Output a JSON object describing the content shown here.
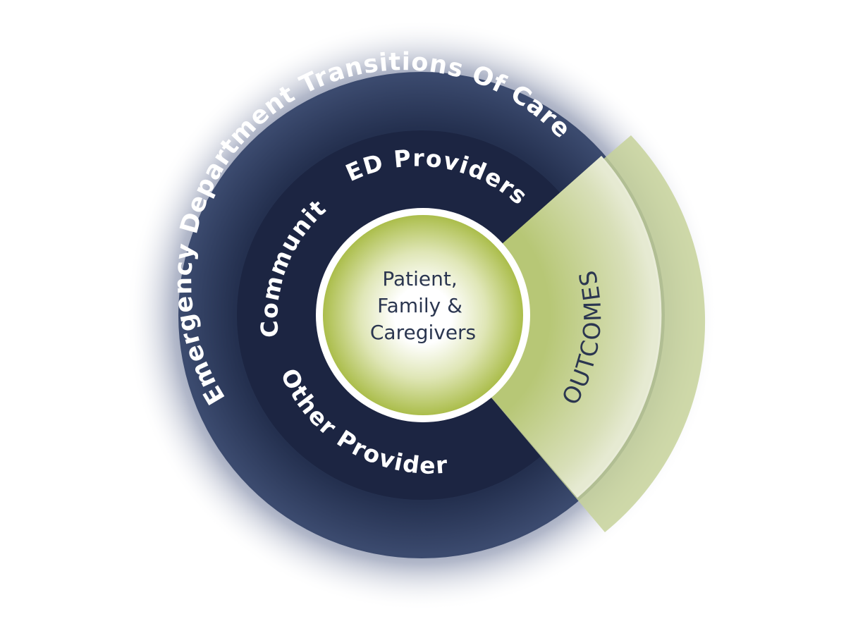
{
  "diagram": {
    "outer_ring": {
      "label": "Emergency Department Transitions Of Care"
    },
    "inner_ring": {
      "labels": {
        "top": "ED Providers",
        "left": "Community",
        "bottom": "Other Providers"
      }
    },
    "outcomes": {
      "label": "OUTCOMES"
    },
    "center": {
      "lines": [
        "Patient,",
        "Family &",
        "Caregivers"
      ]
    },
    "colors": {
      "navy_dark": "#1c2542",
      "navy_outer": "#2f3d5f",
      "glow": "#8a93ad",
      "green_light": "#d6dfb0",
      "green_mid": "#b8c86e",
      "green_ring": "#a6b94a",
      "text_dark": "#2b3650",
      "text_light": "#ffffff"
    }
  }
}
